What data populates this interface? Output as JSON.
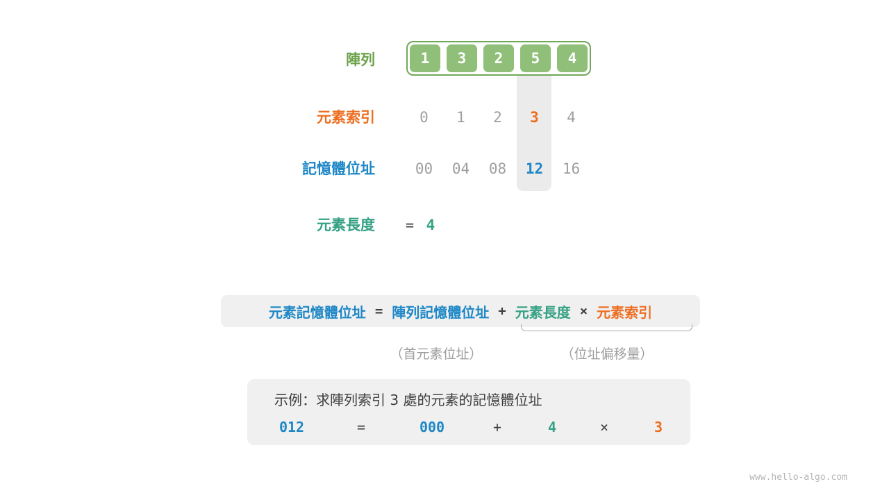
{
  "colors": {
    "green": "#8FBF78",
    "green_border": "#72A758",
    "green_label": "#6CA24A",
    "orange": "#ED6E21",
    "blue": "#1E87C6",
    "teal": "#35A184",
    "gray_text": "#9E9E9E",
    "dark_text": "#3E3E3E",
    "box_bg": "#F0F0F0",
    "band_bg": "#EBEBEB"
  },
  "array": {
    "label": "陣列",
    "values": [
      "1",
      "3",
      "2",
      "5",
      "4"
    ],
    "highlight_index": 3
  },
  "index_row": {
    "label": "元素索引",
    "values": [
      "0",
      "1",
      "2",
      "3",
      "4"
    ],
    "highlight_index": 3
  },
  "address_row": {
    "label": "記憶體位址",
    "values": [
      "00",
      "04",
      "08",
      "12",
      "16"
    ],
    "highlight_index": 3
  },
  "element_length": {
    "label": "元素長度",
    "equals": "=",
    "value": "4"
  },
  "formula": {
    "parts": [
      {
        "text": "元素記憶體位址",
        "role": "result-address"
      },
      {
        "text": "=",
        "role": "operator"
      },
      {
        "text": "陣列記憶體位址",
        "role": "array-base-address"
      },
      {
        "text": "+",
        "role": "operator"
      },
      {
        "text": "元素長度",
        "role": "element-length"
      },
      {
        "text": "×",
        "role": "operator"
      },
      {
        "text": "元素索引",
        "role": "element-index"
      }
    ],
    "annotations": {
      "first_element": "（首元素位址）",
      "offset": "（位址偏移量）"
    }
  },
  "example": {
    "title": "示例：求陣列索引 3 處的元素的記憶體位址",
    "calc": [
      {
        "text": "012",
        "role": "result"
      },
      {
        "text": "=",
        "role": "operator"
      },
      {
        "text": "000",
        "role": "base"
      },
      {
        "text": "+",
        "role": "operator"
      },
      {
        "text": "4",
        "role": "length"
      },
      {
        "text": "×",
        "role": "operator"
      },
      {
        "text": "3",
        "role": "index"
      }
    ]
  },
  "footer": {
    "watermark": "www.hello-algo.com"
  }
}
